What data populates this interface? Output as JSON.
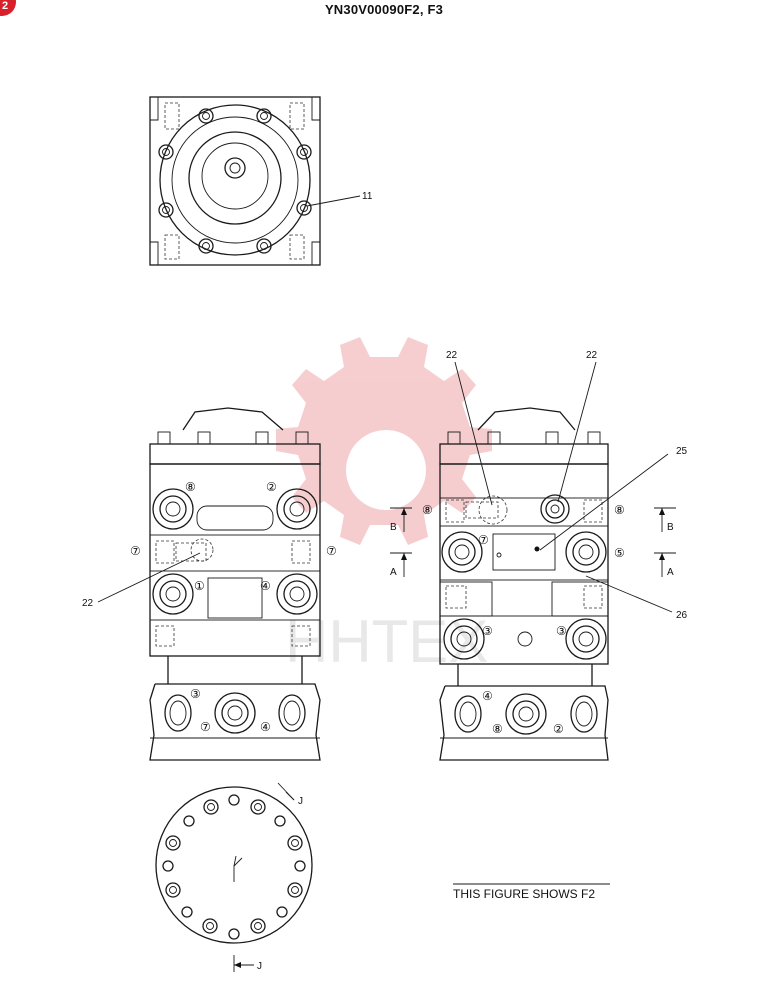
{
  "header": {
    "title": "YN30V00090F2, F3",
    "badge_number": "2"
  },
  "watermark": {
    "text": "HHTEX",
    "color": "#d8202a"
  },
  "caption": "THIS FIGURE SHOWS  F2",
  "callouts": {
    "c11": "11",
    "c22_left": "22",
    "c22_top_a": "22",
    "c22_top_b": "22",
    "c25": "25",
    "c26": "26"
  },
  "section_marks": {
    "A": "A",
    "B": "B",
    "J": "J"
  },
  "port_numbers": {
    "n1": "①",
    "n2": "②",
    "n3": "③",
    "n4": "④",
    "n5": "⑤",
    "n7": "⑦",
    "n8": "⑧"
  }
}
